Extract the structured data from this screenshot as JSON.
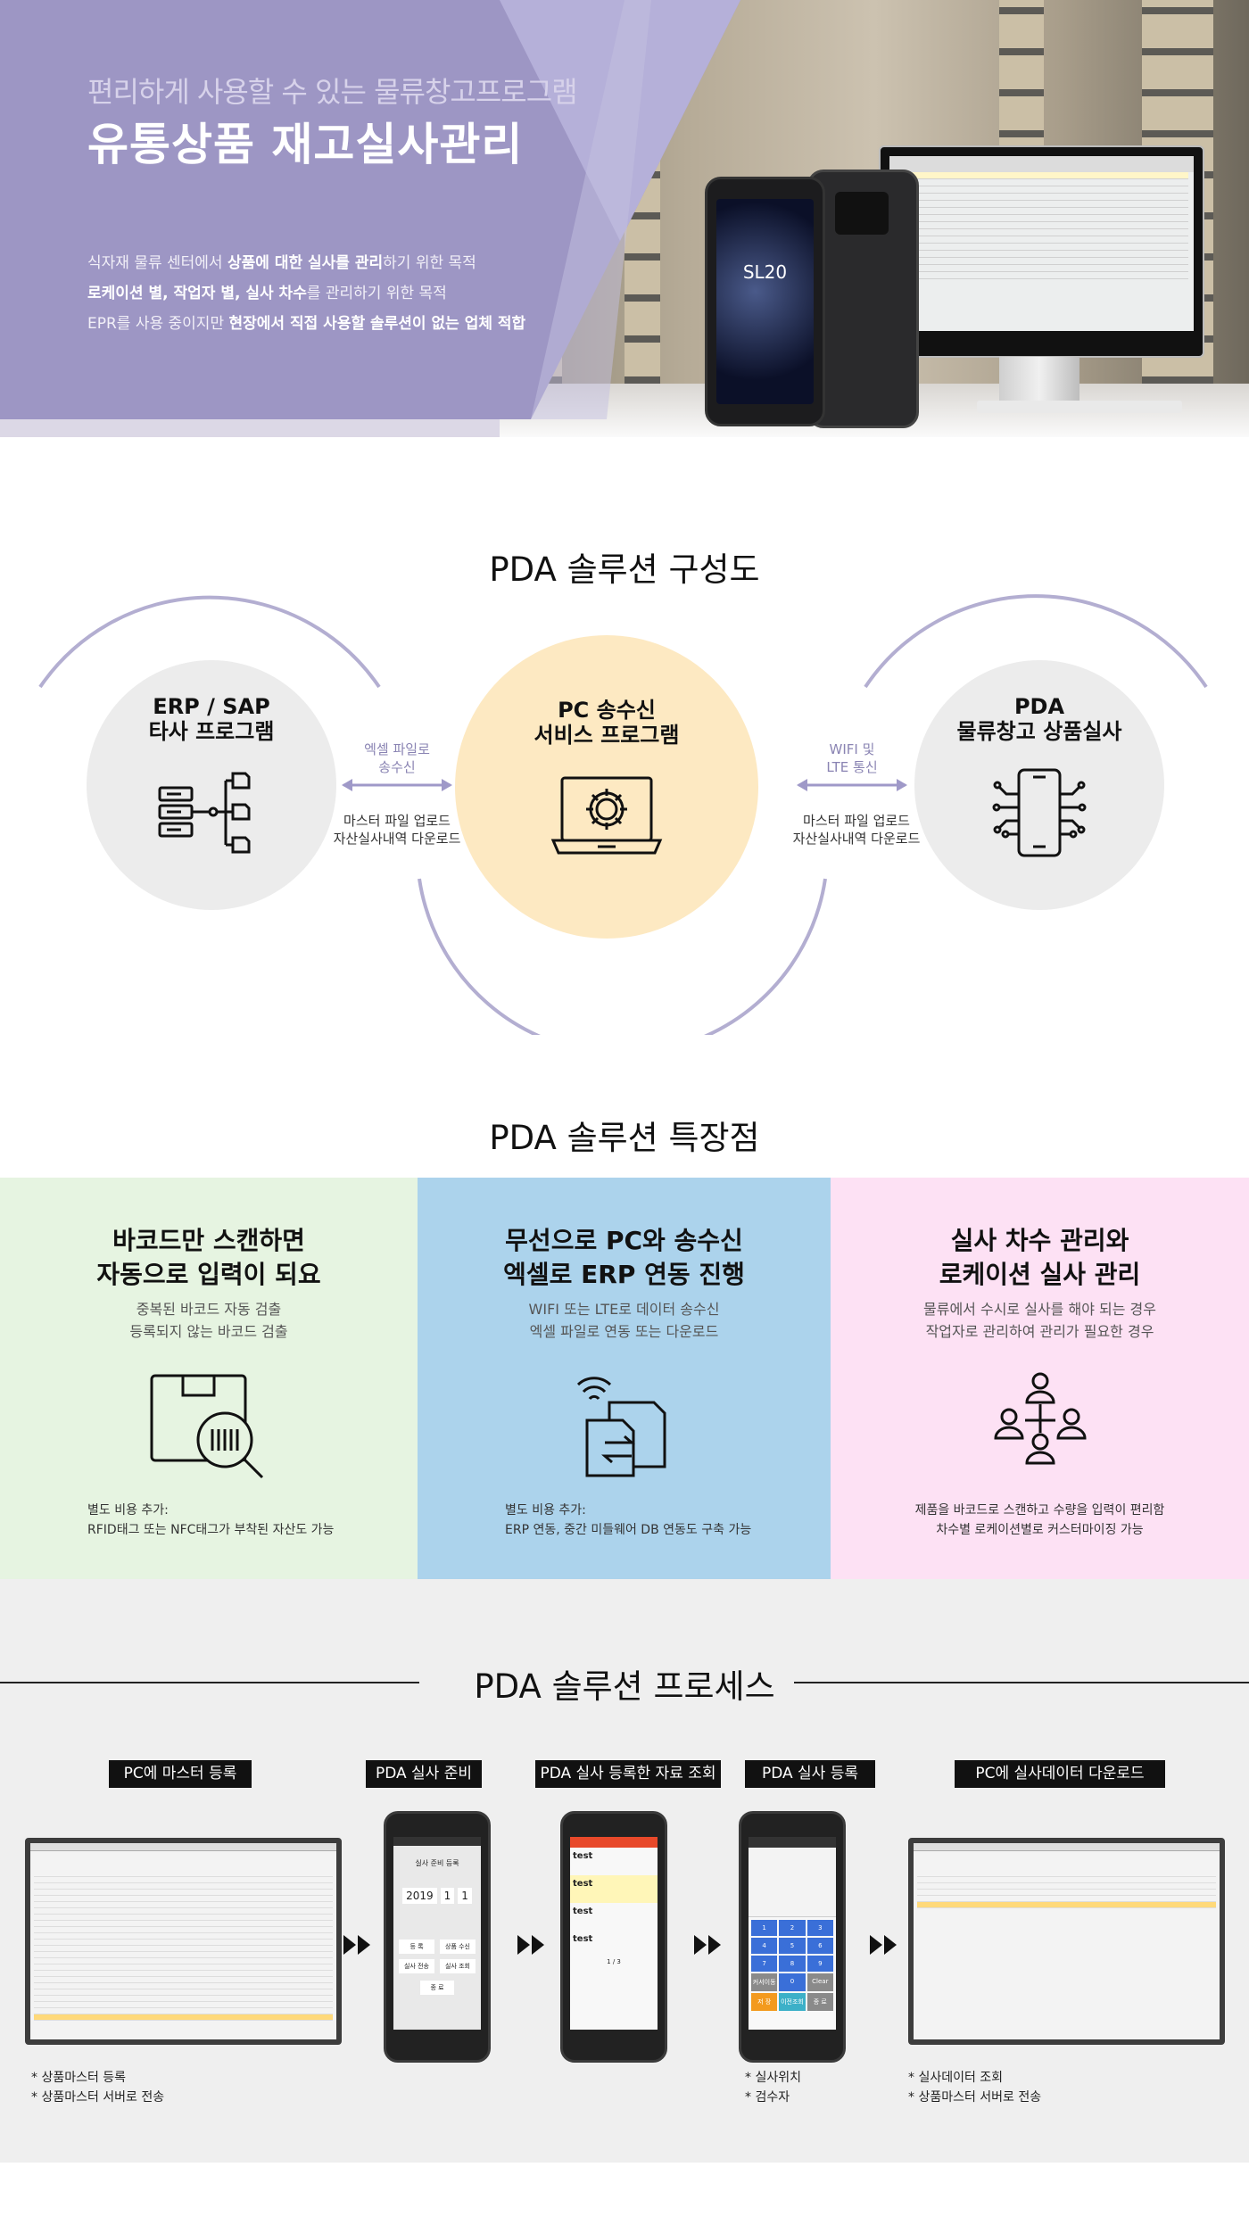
{
  "hero": {
    "subtitle": "편리하게 사용할 수 있는 물류창고프로그램",
    "title": "유통상품 재고실사관리",
    "desc": [
      {
        "pre": "식자재 물류 센터에서 ",
        "bold": "상품에 대한 실사를 관리",
        "post": "하기 위한 목적"
      },
      {
        "pre": "",
        "bold": "로케이션 별, 작업자 별, 실사 차수",
        "post": "를 관리하기 위한 목적"
      },
      {
        "pre": "EPR를 사용 중이지만 ",
        "bold": "현장에서 직접 사용할 솔루션이 없는 업체 적합",
        "post": ""
      }
    ],
    "phone_label": "SL20"
  },
  "structure": {
    "title": "PDA 솔루션 구성도",
    "left": {
      "line1": "ERP / SAP",
      "line2": "타사 프로그램"
    },
    "mid": {
      "line1": "PC 송수신",
      "line2": "서비스 프로그램"
    },
    "right": {
      "line1": "PDA",
      "line2": "물류창고 상품실사"
    },
    "link_left": {
      "top1": "엑셀 파일로",
      "top2": "송수신",
      "bot1": "마스터 파일 업로드",
      "bot2": "자산실사내역 다운로드"
    },
    "link_right": {
      "top1": "WIFI 및",
      "top2": "LTE 통신",
      "bot1": "마스터 파일 업로드",
      "bot2": "자산실사내역 다운로드"
    }
  },
  "features": {
    "title": "PDA 솔루션 특장점",
    "items": [
      {
        "t1": "바코드만 스캔하면",
        "t2": "자동으로 입력이 되요",
        "d1": "중복된 바코드 자동 검출",
        "d2": "등록되지 않는 바코드 검출",
        "n1": "별도 비용 추가:",
        "n2": "RFID태그 또는 NFC태그가 부착된 자산도 가능"
      },
      {
        "t1": "무선으로 PC와 송수신",
        "t2": "엑셀로 ERP 연동 진행",
        "d1": "WIFI 또는 LTE로 데이터 송수신",
        "d2": "엑셀 파일로 연동 또는 다운로드",
        "n1": "별도 비용 추가:",
        "n2": "ERP 연동, 중간 미들웨어 DB 연동도 구축 가능"
      },
      {
        "t1": "실사 차수 관리와",
        "t2": "로케이션 실사 관리",
        "d1": "물류에서 수시로 실사를 해야 되는 경우",
        "d2": "작업자로 관리하여 관리가 필요한 경우",
        "n1": "제품을 바코드로 스캔하고 수량을 입력이 편리함",
        "n2": "차수별 로케이션별로 커스터마이징 가능"
      }
    ]
  },
  "process": {
    "title": "PDA 솔루션 프로세스",
    "steps": [
      "PC에 마스터 등록",
      "PDA 실사 준비",
      "PDA 실사 등록한 자료 조회",
      "PDA 실사 등록",
      "PC에 실사데이터 다운로드"
    ],
    "notes": {
      "s1": [
        "* 상품마스터 등록",
        "* 상품마스터 서버로 전송"
      ],
      "s4": [
        "* 실사위치",
        "* 검수자"
      ],
      "s5": [
        "* 실사데이터 조회",
        "* 상품마스터 서버로 전송"
      ]
    },
    "phone_prep": {
      "title": "실사 준비 등록",
      "year": "2019",
      "month": "1",
      "day": "1",
      "b1": "등 록",
      "b2": "상품 수신",
      "b3": "실사 전송",
      "b4": "실사 조회",
      "b5": "종 료"
    },
    "phone_list": {
      "items": [
        "test",
        "test",
        "test",
        "test"
      ],
      "page": "1 / 3"
    },
    "phone_keypad": {
      "keys": [
        "1",
        "2",
        "3",
        "4",
        "5",
        "6",
        "7",
        "8",
        "9",
        "커서이동",
        "0",
        "Clear"
      ],
      "save": "저 장",
      "prev": "이전조회",
      "end": "종 료"
    }
  }
}
